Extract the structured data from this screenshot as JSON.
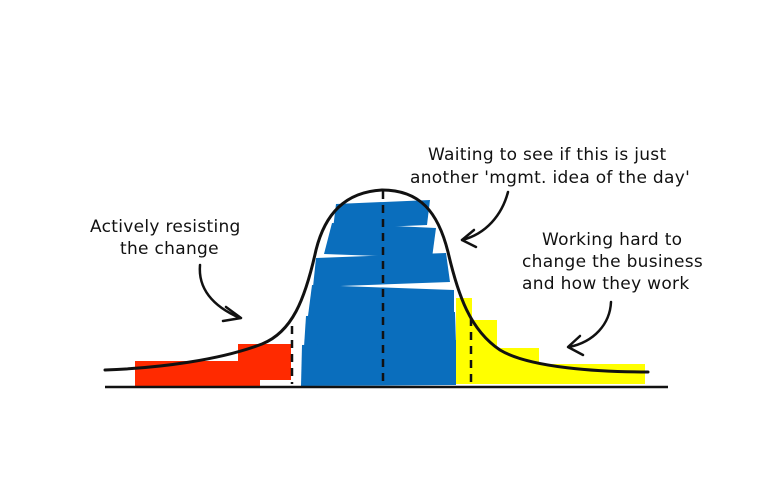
{
  "annotations": {
    "resisting": {
      "line1": "Actively resisting",
      "line2": "the change"
    },
    "waiting": {
      "line1": "Waiting to see if this is just",
      "line2": "another 'mgmt. idea of the day'"
    },
    "working": {
      "line1": "Working hard to",
      "line2": "change the business",
      "line3": "and how they work"
    }
  },
  "regions": {
    "resisting": {
      "color": "#ff2a00"
    },
    "waiting": {
      "color": "#0a6ebd"
    },
    "working": {
      "color": "#ffff00"
    }
  },
  "line_color": "#111111"
}
